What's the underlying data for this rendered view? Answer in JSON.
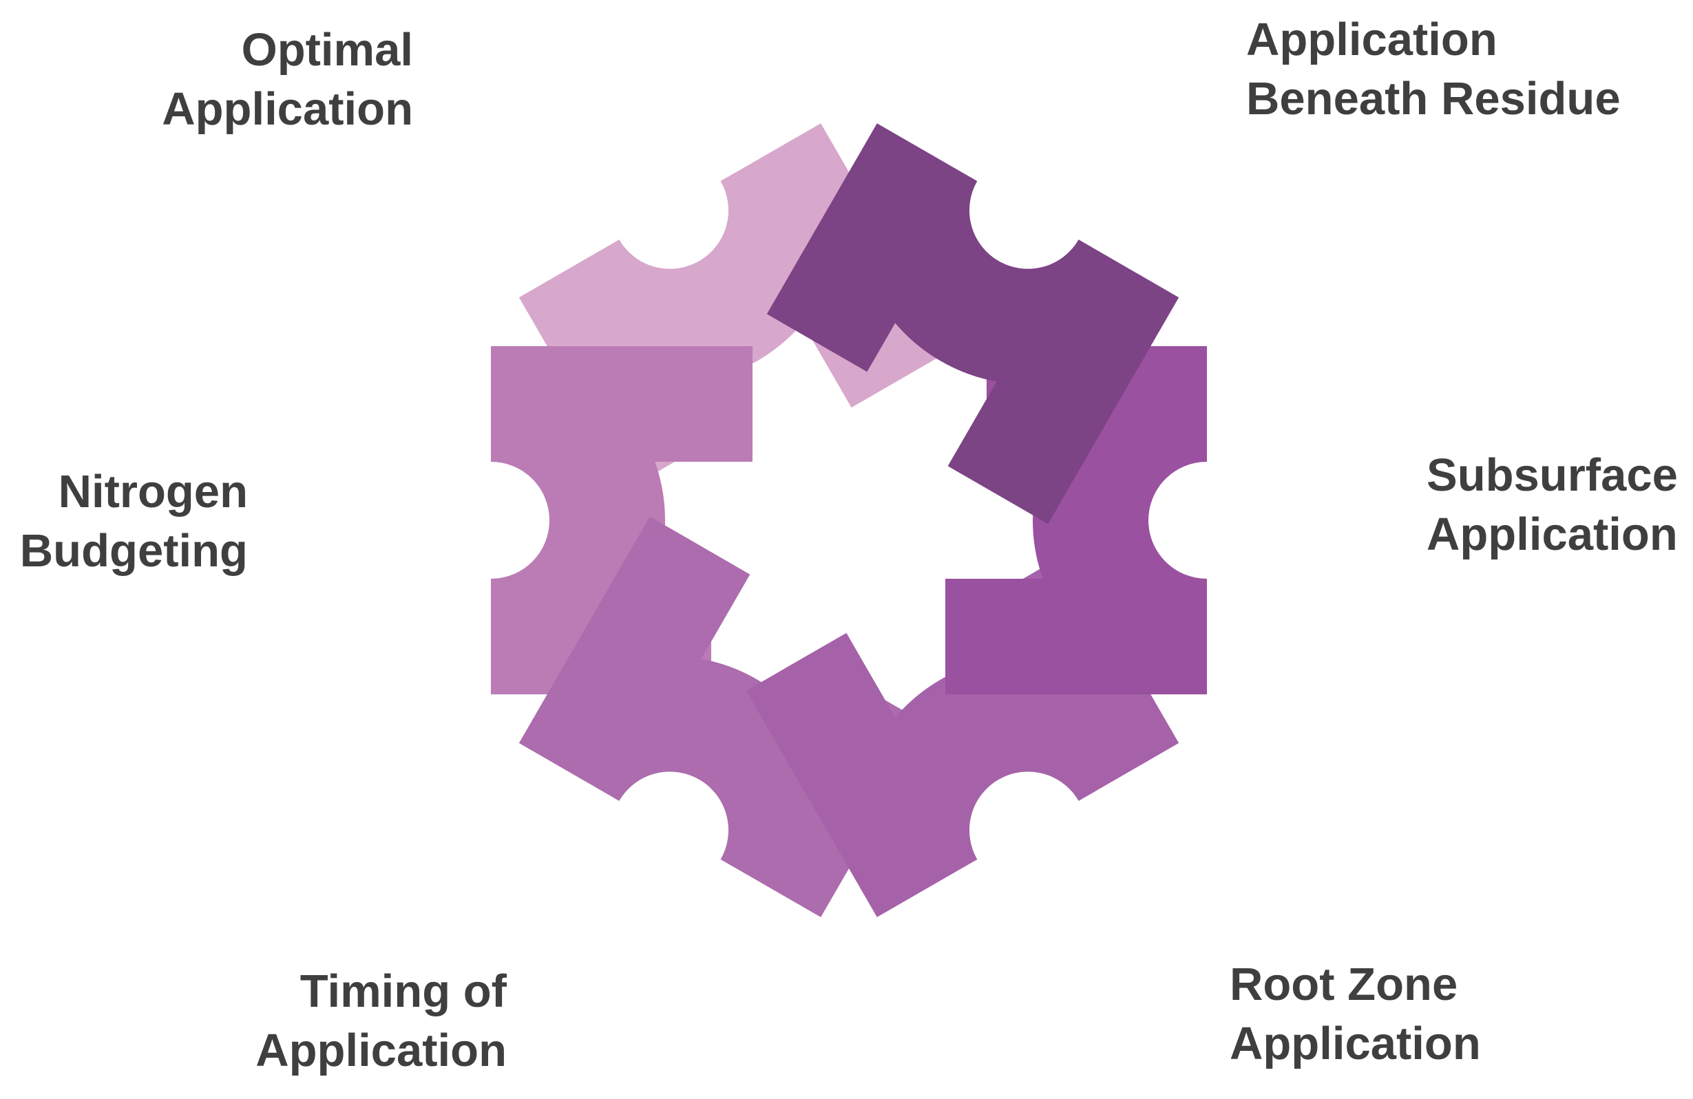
{
  "diagram": {
    "type": "six-loop interlocking star",
    "petals": [
      {
        "id": "optimal",
        "lines": [
          "Optimal",
          "Application"
        ],
        "color": "#d8a7cc"
      },
      {
        "id": "residue",
        "lines": [
          "Application",
          "Beneath Residue"
        ],
        "color": "#7c4385"
      },
      {
        "id": "subsurface",
        "lines": [
          "Subsurface",
          "Application"
        ],
        "color": "#9a519f"
      },
      {
        "id": "rootzone",
        "lines": [
          "Root Zone",
          "Application"
        ],
        "color": "#a562a9"
      },
      {
        "id": "timing",
        "lines": [
          "Timing of",
          "Application"
        ],
        "color": "#ac6cad"
      },
      {
        "id": "nitrogen",
        "lines": [
          "Nitrogen",
          "Budgeting"
        ],
        "color": "#bb7cb6"
      }
    ],
    "text_color": "#3f3f3f",
    "background": "#ffffff"
  }
}
